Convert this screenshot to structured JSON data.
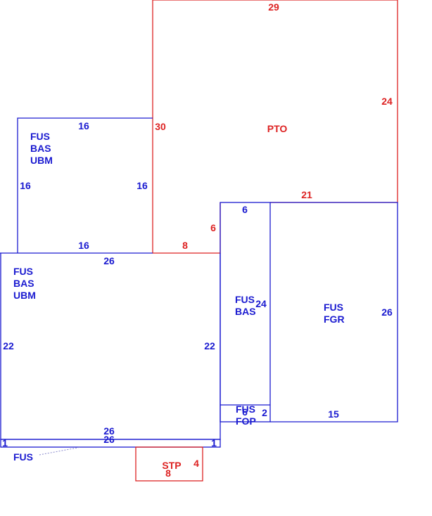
{
  "colors": {
    "blue": "#1a1ad0",
    "red": "#dd2222",
    "background": "#ffffff"
  },
  "areas": {
    "pto": {
      "label": "PTO",
      "dims": {
        "top": "29",
        "right": "24",
        "left": "30",
        "bottom_right": "21",
        "bottom_left": "8",
        "notch": "6"
      }
    },
    "upper_left": {
      "label_lines": [
        "FUS",
        "BAS",
        "UBM"
      ],
      "dims": {
        "top": "16",
        "left": "16",
        "right": "16",
        "bottom": "16"
      }
    },
    "lower_left": {
      "label_lines": [
        "FUS",
        "BAS",
        "UBM"
      ],
      "dims": {
        "top": "26",
        "left": "22",
        "right": "22",
        "bottom": "26"
      }
    },
    "center_strip": {
      "label_lines": [
        "FUS",
        "BAS"
      ],
      "dims": {
        "top": "6",
        "right": "24"
      }
    },
    "right_block": {
      "label_lines": [
        "FUS",
        "FGR"
      ],
      "dims": {
        "right": "26",
        "bottom": "15"
      }
    },
    "porch": {
      "label_lines": [
        "FUS",
        "FOP"
      ],
      "dims": {
        "bottom": "6",
        "right": "2"
      }
    },
    "bottom_strip": {
      "label": "FUS",
      "dims": {
        "bottom": "26",
        "left": "1",
        "right": "1"
      }
    },
    "stoop": {
      "label": "STP",
      "dims": {
        "right": "4",
        "bottom": "8"
      }
    }
  }
}
